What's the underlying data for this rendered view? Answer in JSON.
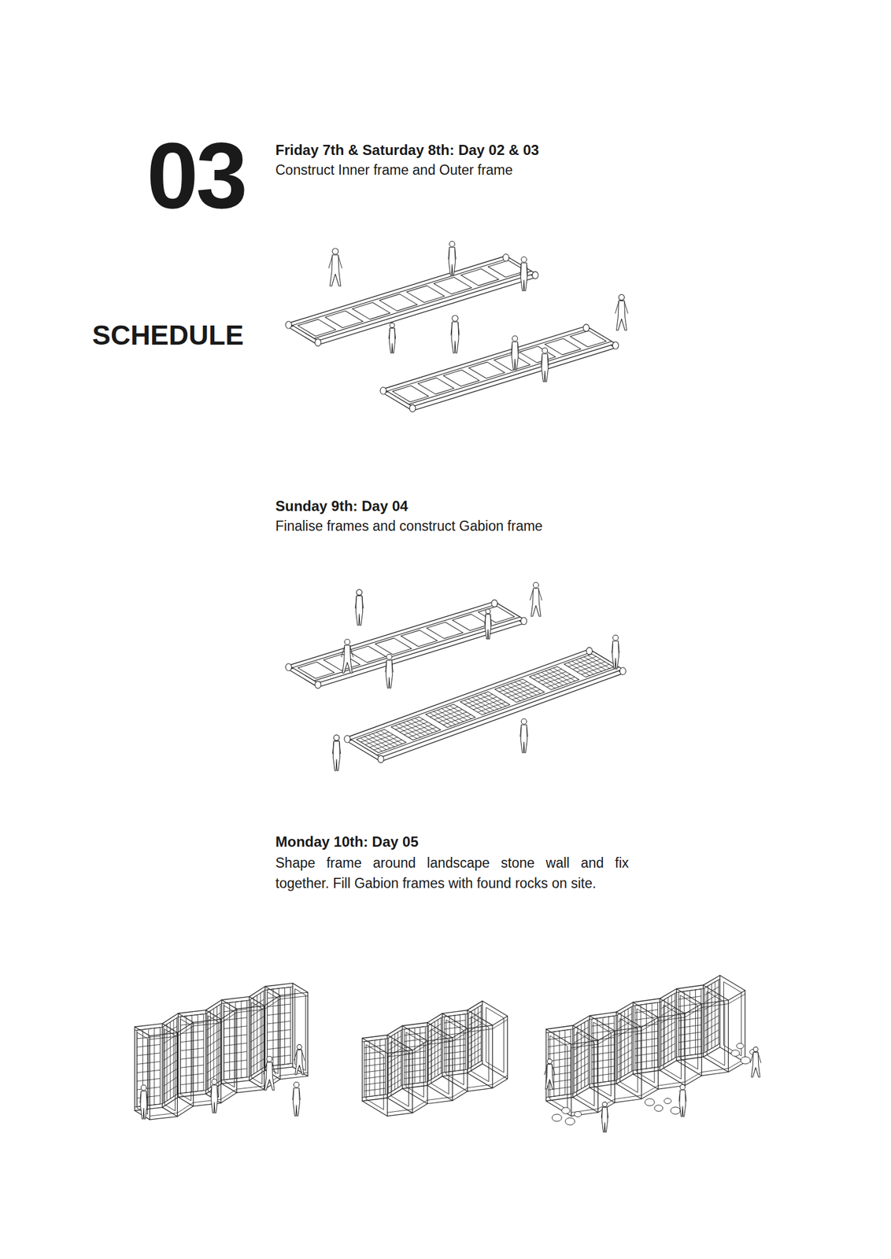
{
  "diagram": {
    "title": "SCHEDULE",
    "labels": [
      "03",
      "Friday 7th & Saturday 8th: Day 02 & 03",
      "Construct Inner frame and Outer frame",
      "Sunday 9th: Day 04",
      "Finalise frames and construct Gabion frame",
      "Monday 10th: Day 05",
      "Shape frame around landscape stone wall and fix together. Fill Gabion frames with found rocks on site."
    ]
  }
}
